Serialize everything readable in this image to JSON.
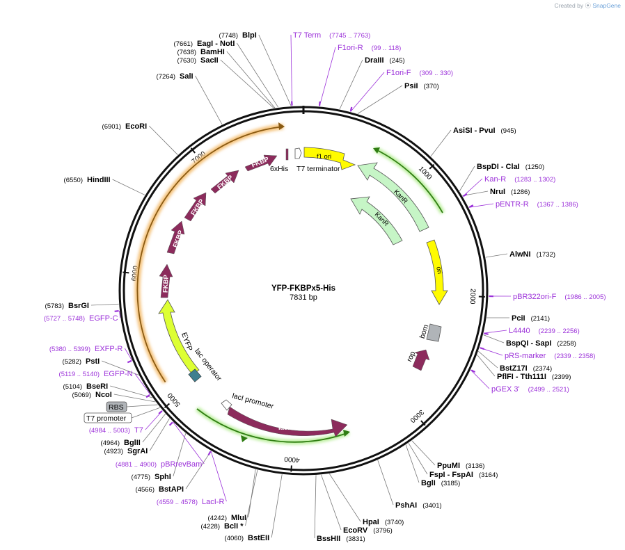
{
  "credit": {
    "prefix": "Created by",
    "brand": "SnapGene"
  },
  "plasmid": {
    "name": "YFP-FKBPx5-His",
    "length": "7831 bp",
    "length_value": 7831
  },
  "ruler_ticks": [
    {
      "bp": 1000,
      "label": "1000"
    },
    {
      "bp": 2000,
      "label": "2000"
    },
    {
      "bp": 3000,
      "label": "3000"
    },
    {
      "bp": 4000,
      "label": "4000"
    },
    {
      "bp": 5000,
      "label": "5000"
    },
    {
      "bp": 6000,
      "label": "6000"
    },
    {
      "bp": 7000,
      "label": "7000"
    }
  ],
  "sites": [
    {
      "name": "BlpI",
      "pos": "(7748)",
      "bp": 7748,
      "side": "left"
    },
    {
      "name": "EagI  - NotI",
      "pos": "(7661)",
      "bp": 7661,
      "side": "left"
    },
    {
      "name": "BamHI",
      "pos": "(7638)",
      "bp": 7638,
      "side": "left"
    },
    {
      "name": "SacII",
      "pos": "(7630)",
      "bp": 7630,
      "side": "left"
    },
    {
      "name": "SalI",
      "pos": "(7264)",
      "bp": 7264,
      "side": "left"
    },
    {
      "name": "EcoRI",
      "pos": "(6901)",
      "bp": 6901,
      "side": "left"
    },
    {
      "name": "HindIII",
      "pos": "(6550)",
      "bp": 6550,
      "side": "left"
    },
    {
      "name": "BsrGI",
      "pos": "(5783)",
      "bp": 5783,
      "side": "left"
    },
    {
      "name": "PstI",
      "pos": "(5282)",
      "bp": 5282,
      "side": "left"
    },
    {
      "name": "BseRI",
      "pos": "(5104)",
      "bp": 5104,
      "side": "left"
    },
    {
      "name": "NcoI",
      "pos": "(5069)",
      "bp": 5069,
      "side": "left"
    },
    {
      "name": "BglII",
      "pos": "(4964)",
      "bp": 4964,
      "side": "left"
    },
    {
      "name": "SgrAI",
      "pos": "(4923)",
      "bp": 4923,
      "side": "left"
    },
    {
      "name": "SphI",
      "pos": "(4775)",
      "bp": 4775,
      "side": "left"
    },
    {
      "name": "BstAPI",
      "pos": "(4566)",
      "bp": 4566,
      "side": "left"
    },
    {
      "name": "MluI",
      "pos": "(4242)",
      "bp": 4242,
      "side": "left"
    },
    {
      "name": "BclI *",
      "pos": "(4228)",
      "bp": 4228,
      "side": "left"
    },
    {
      "name": "BstEII",
      "pos": "(4060)",
      "bp": 4060,
      "side": "left"
    },
    {
      "name": "DraIII",
      "pos": "(245)",
      "bp": 245,
      "side": "right"
    },
    {
      "name": "PsiI",
      "pos": "(370)",
      "bp": 370,
      "side": "right"
    },
    {
      "name": "AsiSI  - PvuI",
      "pos": "(945)",
      "bp": 945,
      "side": "right"
    },
    {
      "name": "BspDI  - ClaI",
      "pos": "(1250)",
      "bp": 1250,
      "side": "right"
    },
    {
      "name": "NruI",
      "pos": "(1286)",
      "bp": 1286,
      "side": "right"
    },
    {
      "name": "AlwNI",
      "pos": "(1732)",
      "bp": 1732,
      "side": "right"
    },
    {
      "name": "PciI",
      "pos": "(2141)",
      "bp": 2141,
      "side": "right"
    },
    {
      "name": "BspQI  - SapI",
      "pos": "(2258)",
      "bp": 2258,
      "side": "right"
    },
    {
      "name": "BstZ17I",
      "pos": "(2374)",
      "bp": 2374,
      "side": "right"
    },
    {
      "name": "PflFI  - Tth111I",
      "pos": "(2399)",
      "bp": 2399,
      "side": "right"
    },
    {
      "name": "PpuMI",
      "pos": "(3136)",
      "bp": 3136,
      "side": "right"
    },
    {
      "name": "FspI  - FspAI",
      "pos": "(3164)",
      "bp": 3164,
      "side": "right"
    },
    {
      "name": "BglI",
      "pos": "(3185)",
      "bp": 3185,
      "side": "right"
    },
    {
      "name": "PshAI",
      "pos": "(3401)",
      "bp": 3401,
      "side": "right"
    },
    {
      "name": "HpaI",
      "pos": "(3740)",
      "bp": 3740,
      "side": "right"
    },
    {
      "name": "EcoRV",
      "pos": "(3796)",
      "bp": 3796,
      "side": "right"
    },
    {
      "name": "BssHII",
      "pos": "(3831)",
      "bp": 3831,
      "side": "right"
    }
  ],
  "primers": [
    {
      "name": "T7 Term",
      "range": "(7745 .. 7763)",
      "bp": 7754
    },
    {
      "name": "F1ori-R",
      "range": "(99 .. 118)",
      "bp": 108
    },
    {
      "name": "F1ori-F",
      "range": "(309 .. 330)",
      "bp": 320
    },
    {
      "name": "Kan-R",
      "range": "(1283 .. 1302)",
      "bp": 1292
    },
    {
      "name": "pENTR-R",
      "range": "(1367 .. 1386)",
      "bp": 1376
    },
    {
      "name": "pBR322ori-F",
      "range": "(1986 .. 2005)",
      "bp": 1995
    },
    {
      "name": "L4440",
      "range": "(2239 .. 2256)",
      "bp": 2247
    },
    {
      "name": "pRS-marker",
      "range": "(2339 .. 2358)",
      "bp": 2348
    },
    {
      "name": "pGEX 3'",
      "range": "(2499 .. 2521)",
      "bp": 2510
    },
    {
      "name": "EGFP-C",
      "range": "(5727 .. 5748)",
      "bp": 5737
    },
    {
      "name": "EXFP-R",
      "range": "(5380 .. 5399)",
      "bp": 5390
    },
    {
      "name": "EGFP-N",
      "range": "(5119 .. 5140)",
      "bp": 5130
    },
    {
      "name": "T7",
      "range": "(4984 .. 5003)",
      "bp": 4994
    },
    {
      "name": "pBRrevBam",
      "range": "(4881 .. 4900)",
      "bp": 4890
    },
    {
      "name": "LacI-R",
      "range": "(4559 .. 4578)",
      "bp": 4568
    }
  ],
  "boxed_features": [
    {
      "name": "RBS",
      "style": "grey"
    },
    {
      "name": "T7 promoter",
      "style": "white"
    }
  ],
  "features": [
    {
      "name": "f1 ori",
      "kind": "yellow"
    },
    {
      "name": "ori",
      "kind": "yellow"
    },
    {
      "name": "KanR",
      "kind": "green"
    },
    {
      "name": "KanR",
      "kind": "green"
    },
    {
      "name": "EYFP",
      "kind": "lime"
    },
    {
      "name": "FKBP",
      "kind": "maroon"
    },
    {
      "name": "lacI",
      "kind": "maroon"
    },
    {
      "name": "lacI promoter",
      "kind": "white"
    },
    {
      "name": "lac operator",
      "kind": "teal"
    },
    {
      "name": "bom",
      "kind": "grey"
    },
    {
      "name": "rop",
      "kind": "maroon"
    },
    {
      "name": "6xHis",
      "kind": "small"
    },
    {
      "name": "T7 terminator",
      "kind": "white"
    }
  ],
  "colors": {
    "primer": "#9b30d9",
    "maroon": "#8c2b5c",
    "yellow": "#fffb00",
    "light_green": "#c6f5c6",
    "lime": "#ddff33",
    "orange_glow": "#f5c27a",
    "green_line": "#2f7d12"
  }
}
